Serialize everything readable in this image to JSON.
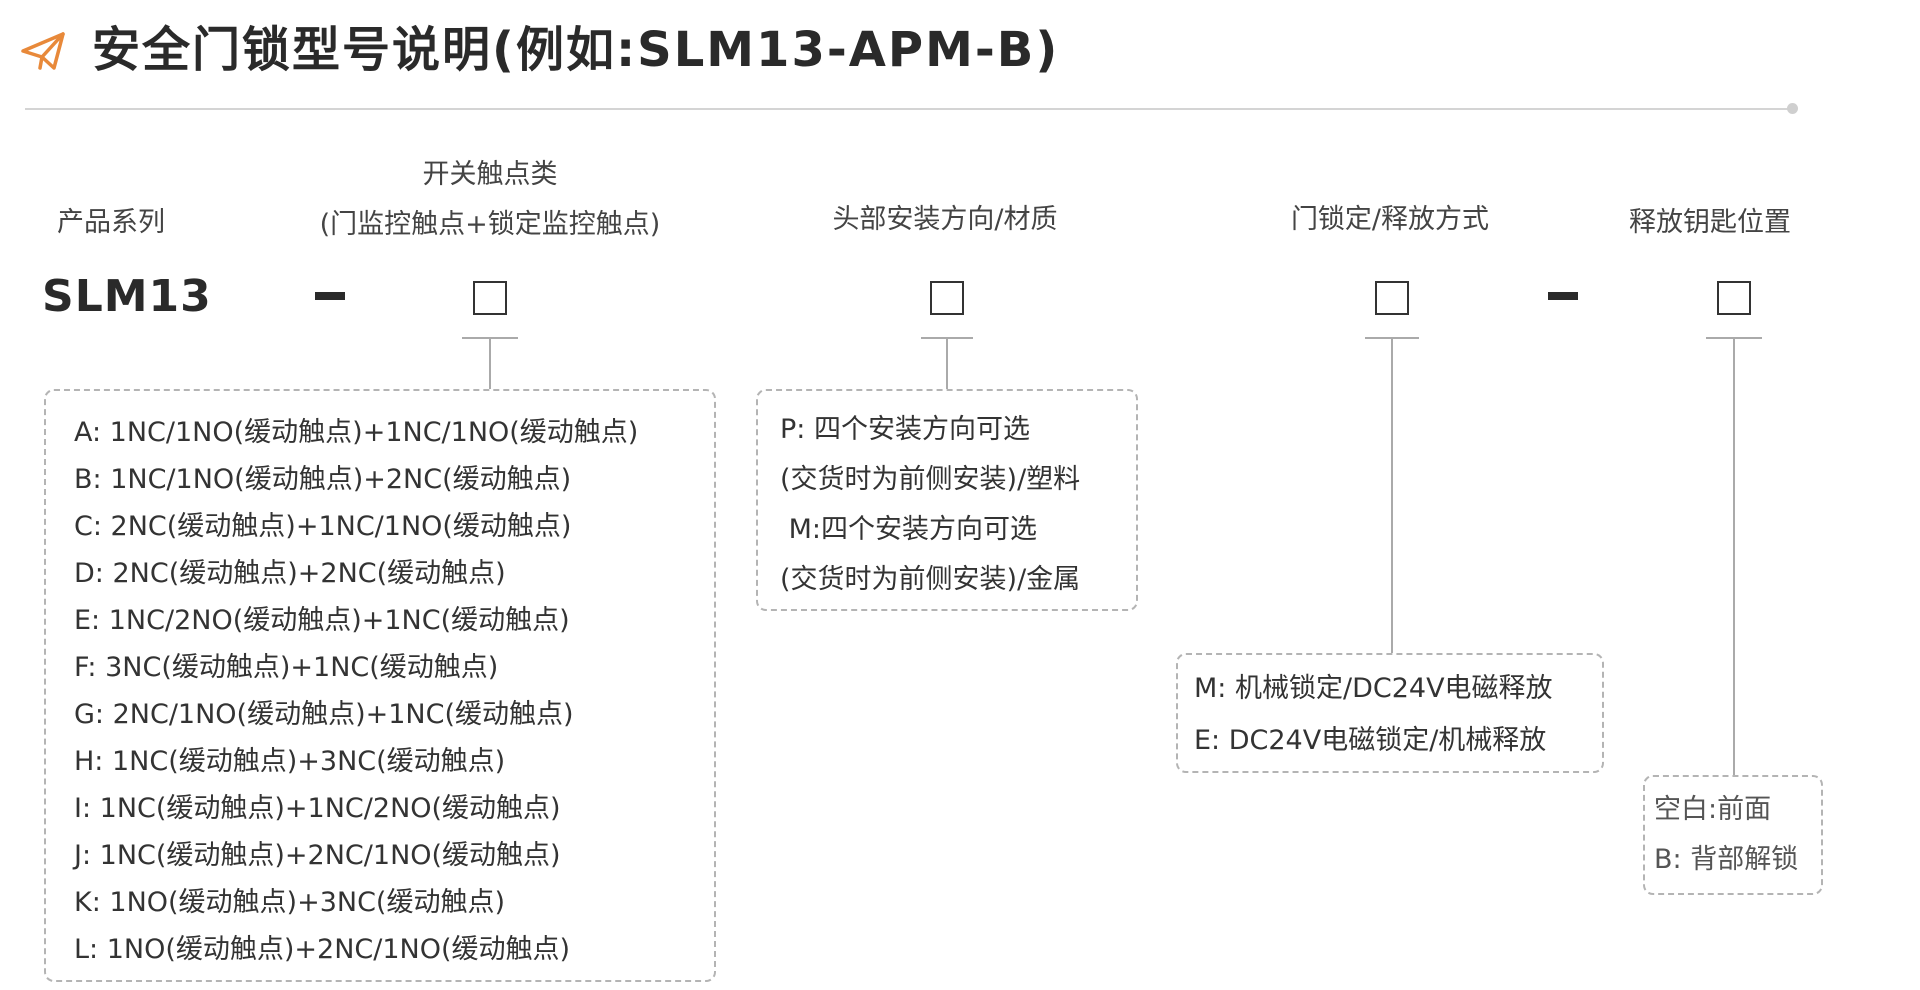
{
  "header": {
    "title": "安全门锁型号说明(例如:SLM13-APM-B)",
    "icon": "paper-plane-icon",
    "accent_color": "#e8893a"
  },
  "columns": {
    "series": {
      "label": "产品系列",
      "value": "SLM13"
    },
    "contact": {
      "label_line1": "开关触点类",
      "label_line2": "(门监控触点+锁定监控触点)"
    },
    "head": {
      "label": "头部安装方向/材质"
    },
    "lock": {
      "label": "门锁定/释放方式"
    },
    "key": {
      "label": "释放钥匙位置"
    }
  },
  "options": {
    "contact": [
      "A: 1NC/1NO(缓动触点)+1NC/1NO(缓动触点)",
      "B: 1NC/1NO(缓动触点)+2NC(缓动触点)",
      "C: 2NC(缓动触点)+1NC/1NO(缓动触点)",
      "D: 2NC(缓动触点)+2NC(缓动触点)",
      "E: 1NC/2NO(缓动触点)+1NC(缓动触点)",
      "F: 3NC(缓动触点)+1NC(缓动触点)",
      "G: 2NC/1NO(缓动触点)+1NC(缓动触点)",
      "H: 1NC(缓动触点)+3NC(缓动触点)",
      "I: 1NC(缓动触点)+1NC/2NO(缓动触点)",
      "J: 1NC(缓动触点)+2NC/1NO(缓动触点)",
      "K: 1NO(缓动触点)+3NC(缓动触点)",
      "L: 1NO(缓动触点)+2NC/1NO(缓动触点)"
    ],
    "head": [
      "P: 四个安装方向可选",
      "(交货时为前侧安装)/塑料",
      " M:四个安装方向可选",
      "(交货时为前侧安装)/金属"
    ],
    "lock": [
      "M: 机械锁定/DC24V电磁释放",
      "E: DC24V电磁锁定/机械释放"
    ],
    "key": [
      "空白:前面",
      "B: 背部解锁"
    ]
  }
}
